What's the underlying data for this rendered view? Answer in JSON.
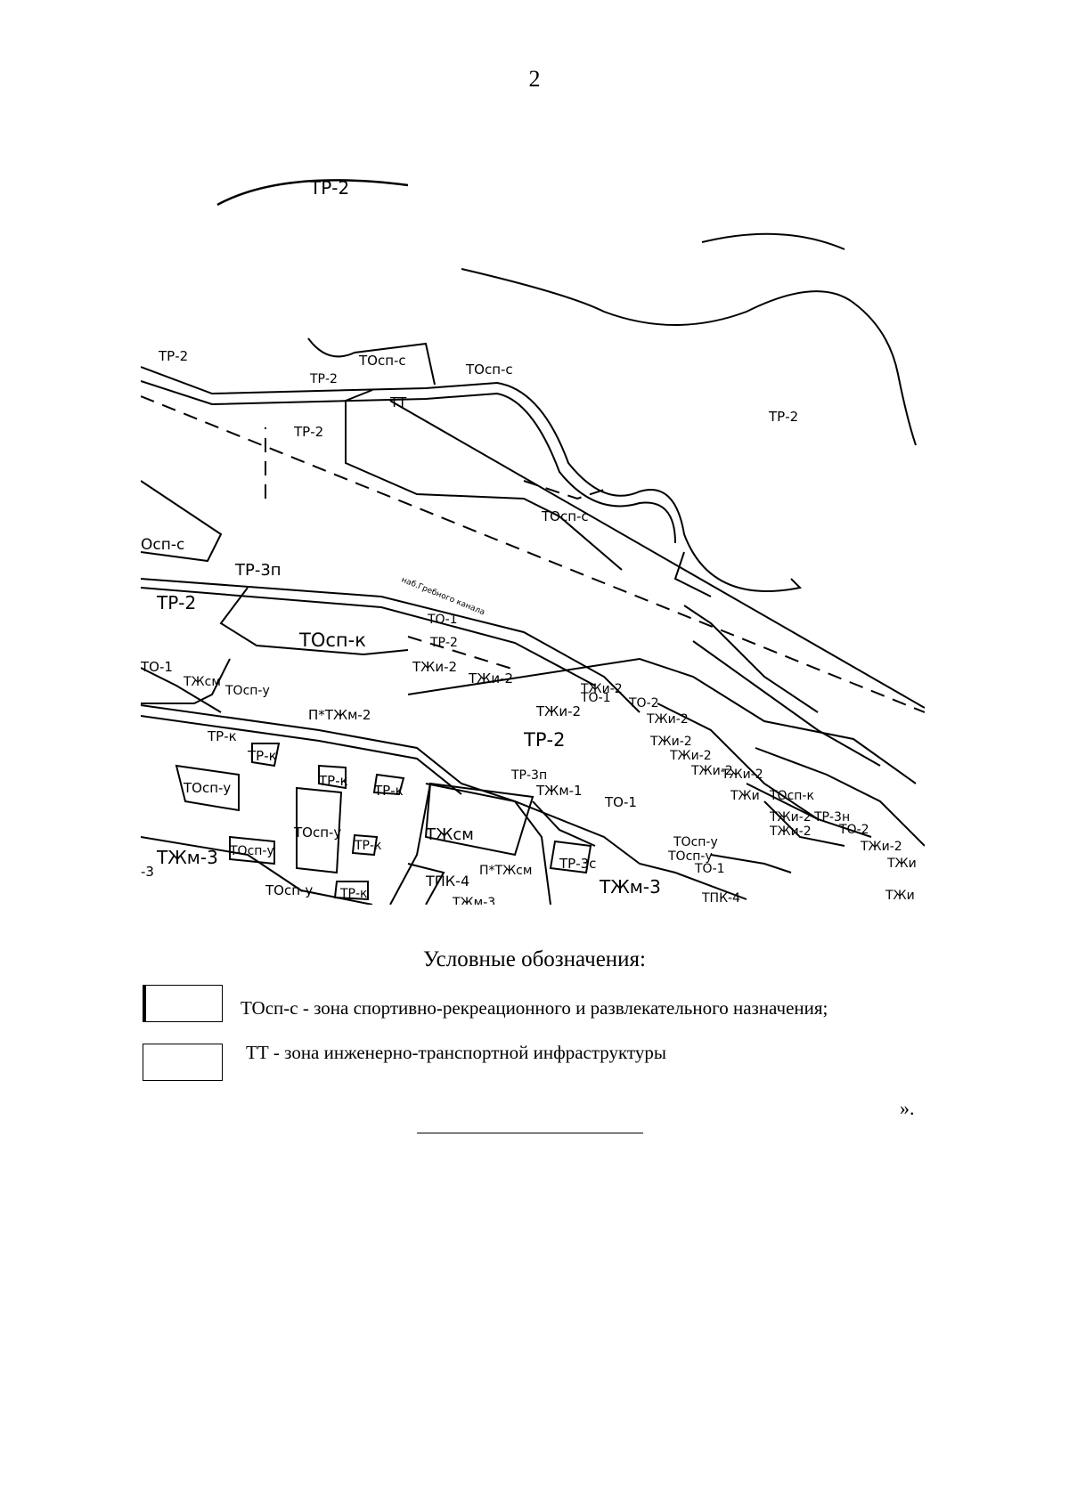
{
  "page_number": "2",
  "map": {
    "zone_labels": [
      "ТР-2",
      "ТР-2",
      "ТОсп-с",
      "ТР-2",
      "ТОсп-с",
      "ТТ",
      "ТР-2",
      "ТР-2",
      "ТОсп-с",
      "Осп-с",
      "ТР-3п",
      "ТР-2",
      "ТОсп-к",
      "наб.Гребного канала",
      "ТО-1",
      "ТР-2",
      "ТЖи-2",
      "ТЖи-2",
      "ТО-1",
      "ТЖсм",
      "ТОсп-у",
      "ТЖи-2",
      "ТЖи-2",
      "ТО-1",
      "ТО-2",
      "ТЖи-2",
      "ТЖи-2",
      "П*ТЖм-2",
      "ТР-2",
      "ТР-к",
      "ТР-к",
      "ТЖи-2",
      "ТЖи-2",
      "ТЖи-2",
      "ТОсп-у",
      "ТР-к",
      "ТР-к",
      "ТР-3п",
      "ТЖм-1",
      "ТЖи",
      "ТОсп-к",
      "ТЖи-2",
      "ТР-3н",
      "ТОсп-у",
      "ТО-1",
      "ТЖсм",
      "ТО-2",
      "ТЖи-2",
      "ТЖм-3",
      "ТОсп-у",
      "ТР-к",
      "ТОсп-у",
      "ТР-к",
      "ТПК-4",
      "П*ТЖсм",
      "ТР-3с",
      "ТОсп-у",
      "ТО-1",
      "ТЖм-3",
      "ТПК-4",
      "ТЖи",
      "-3",
      "ТЖи",
      "ТЖм-3",
      "ТЖи-2",
      "ТОсп-у"
    ]
  },
  "legend": {
    "title": "Условные обозначения:",
    "items": [
      {
        "text": "ТОсп-с - зона спортивно-рекреационного и развлекательного назначения;"
      },
      {
        "text": "ТТ - зона инженерно-транспортной инфраструктуры"
      }
    ]
  },
  "closing_quote": "»."
}
